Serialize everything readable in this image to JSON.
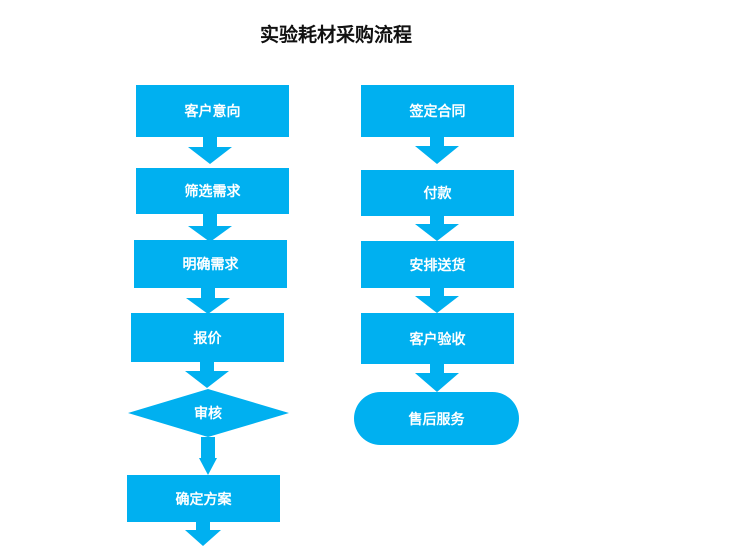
{
  "title": "实验耗材采购流程",
  "colors": {
    "node_fill": "#00b0f0",
    "text": "#ffffff"
  },
  "left_flow": [
    "客户意向",
    "筛选需求",
    "明确需求",
    "报价",
    "审核",
    "确定方案"
  ],
  "right_flow": [
    "签定合同",
    "付款",
    "安排送货",
    "客户验收",
    "售后服务"
  ]
}
